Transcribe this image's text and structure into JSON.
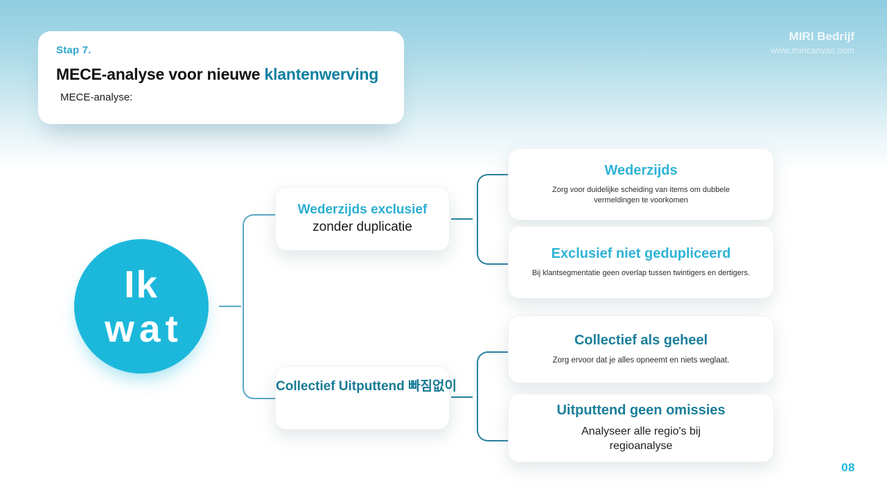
{
  "header": {
    "step": "Stap 7.",
    "title_prefix": "MECE-analyse voor nieuwe ",
    "title_highlight": "klantenwerving",
    "subtitle": "MECE-analyse:"
  },
  "brand": {
    "name": "MIRI Bedrijf",
    "url": "www.miricanvas.com"
  },
  "diagram": {
    "root": {
      "line1": "Ik",
      "line2": "wat"
    },
    "branches": [
      {
        "title": "Wederzijds exclusief",
        "subtitle": "zonder duplicatie",
        "children": [
          {
            "title": "Wederzijds",
            "desc": "Zorg voor duidelijke scheiding van items om dubbele vermeldingen te voorkomen"
          },
          {
            "title": "Exclusief niet gedupliceerd",
            "desc": "Bij klantsegmentatie geen overlap tussen twintigers en dertigers."
          }
        ]
      },
      {
        "title": "Collectief Uitputtend 빠짐없이",
        "subtitle": "",
        "children": [
          {
            "title": "Collectief als geheel",
            "desc": "Zorg ervoor dat je alles opneemt en niets weglaat."
          },
          {
            "title": "Uitputtend geen omissies",
            "desc": "Analyseer alle regio's bij regioanalyse"
          }
        ]
      }
    ]
  },
  "page_number": "08",
  "colors": {
    "accent_cyan": "#1cb8db",
    "accent_teal_dark": "#177a94",
    "title_highlight": "#0f7f9f",
    "step_label": "#2fa8ce",
    "connector_light": "#58a7c7",
    "connector_dark": "#27809e",
    "background_top": "#8fcde0"
  }
}
